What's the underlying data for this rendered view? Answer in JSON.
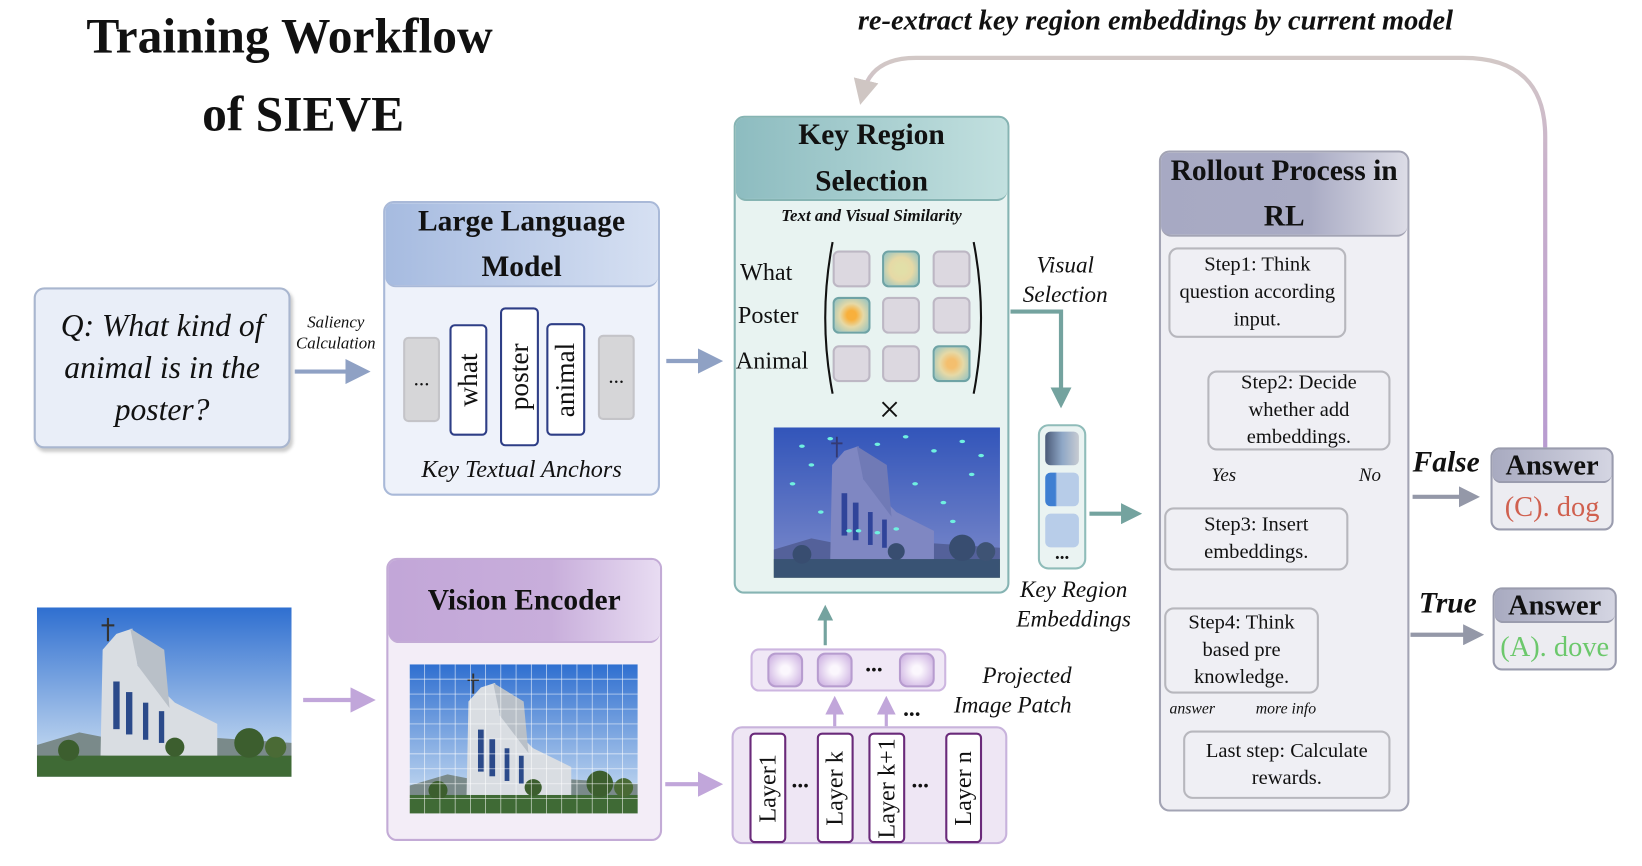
{
  "title": {
    "line1": "Training Workflow",
    "line2": "of SIEVE"
  },
  "feedback_label": "re-extract key region embeddings by current model",
  "question": "Q: What kind of animal is in the poster?",
  "saliency_label": "Saliency Calculation",
  "llm": {
    "title": "Large Language Model",
    "tokens": [
      "...",
      "what",
      "poster",
      "animal",
      "..."
    ],
    "caption": "Key Textual Anchors"
  },
  "key_region": {
    "title": "Key Region Selection",
    "subtitle": "Text and Visual Similarity",
    "rows": [
      "What",
      "Poster",
      "Animal"
    ],
    "highlighted_cells": [
      [
        0,
        1
      ],
      [
        1,
        0
      ],
      [
        2,
        2
      ]
    ],
    "times": "×"
  },
  "visual_selection_label": "Visual Selection",
  "embeddings": {
    "label": "Key Region Embeddings",
    "more": "..."
  },
  "rollout": {
    "title": "Rollout Process in RL",
    "steps": [
      "Step1: Think question according input.",
      "Step2: Decide whether add embeddings.",
      "Step3: Insert embeddings.",
      "Step4: Think based pre knowledge.",
      "Last step: Calculate rewards."
    ],
    "yes": "Yes",
    "no": "No",
    "answer": "answer",
    "more_info": "more info"
  },
  "outcomes": {
    "false": {
      "label": "False",
      "header": "Answer",
      "value": "(C). dog",
      "color": "#d0604f"
    },
    "true": {
      "label": "True",
      "header": "Answer",
      "value": "(A). dove",
      "color": "#6cc86c"
    }
  },
  "vision_encoder": {
    "title": "Vision Encoder"
  },
  "layers": [
    "Layer1",
    "Layer k",
    "Layer k+1",
    "Layer n"
  ],
  "ellipsis": "...",
  "projected_label": "Projected Image Patch",
  "colors": {
    "llm": "#a9bde0",
    "key_region": "#8fbfc3",
    "rollout": "#a9abc5",
    "vision": "#c3a8d8",
    "teal_arrow": "#74a39f",
    "purple_arrow": "#b4a1d6"
  }
}
